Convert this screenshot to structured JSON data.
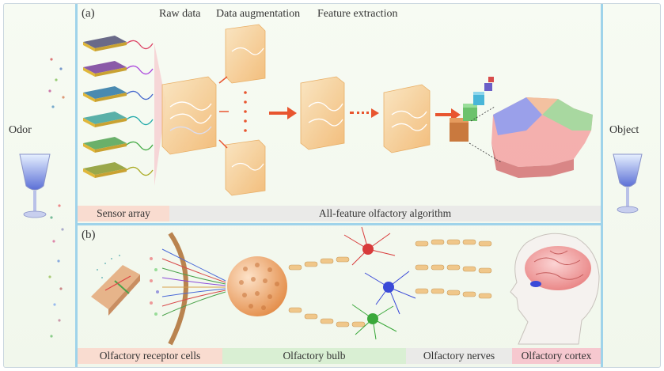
{
  "side": {
    "left_label": "Odor",
    "right_label": "Object"
  },
  "panel_a": {
    "letter": "(a)",
    "stages": [
      "Raw data",
      "Data augmentation",
      "Feature extraction"
    ],
    "bands": {
      "sensor": "Sensor array",
      "algorithm": "All-feature olfactory algorithm"
    }
  },
  "panel_b": {
    "letter": "(b)",
    "bands": {
      "receptor": "Olfactory receptor cells",
      "bulb": "Olfactory bulb",
      "nerves": "Olfactory nerves",
      "cortex": "Olfactory cortex"
    }
  },
  "colors": {
    "divider": "#9fd3ea",
    "box_fill": "#f7c98a",
    "arrow": "#e8552f",
    "sensor_band": "#f9dcd0",
    "bulb_band": "#d9efd3",
    "cortex_band": "#f6c8cf"
  }
}
